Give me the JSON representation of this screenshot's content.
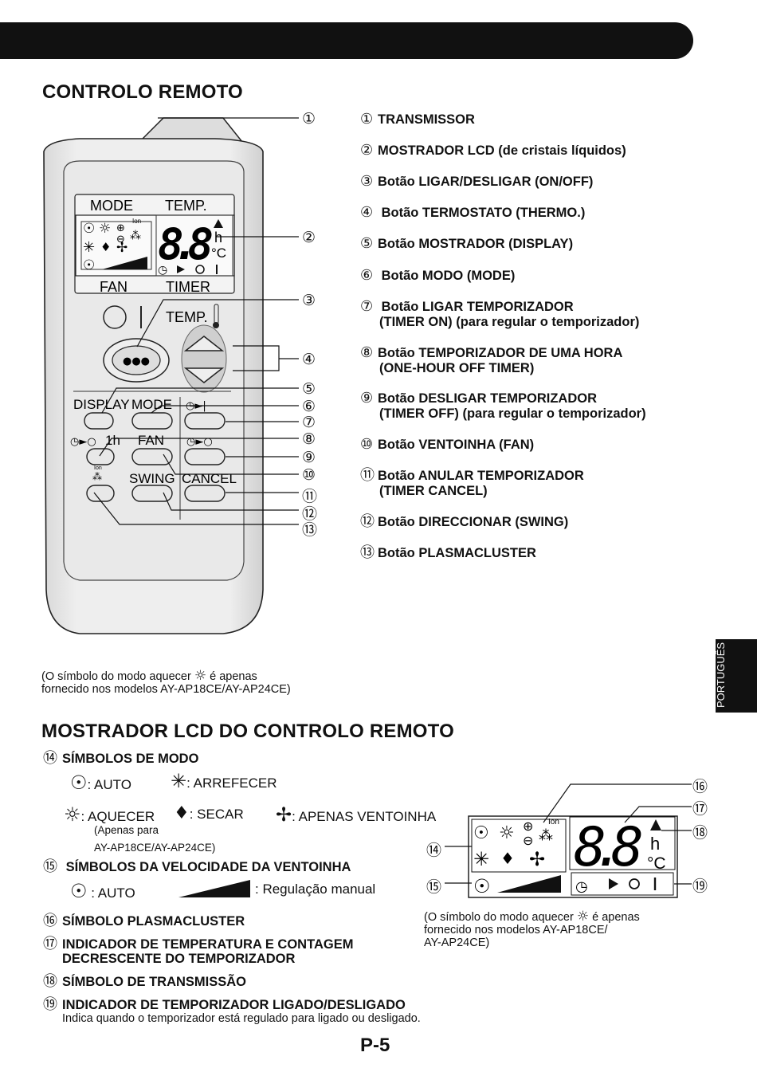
{
  "section1": {
    "title": "CONTROLO REMOTO"
  },
  "section2": {
    "title": "MOSTRADOR LCD DO CONTROLO REMOTO"
  },
  "side_tab": "PORTUGUÊS",
  "page_number": "P-5",
  "parts": [
    {
      "num": "①",
      "text": "TRANSMISSOR"
    },
    {
      "num": "②",
      "text": "MOSTRADOR LCD (de cristais líquidos)"
    },
    {
      "num": "③",
      "text": "Botão LIGAR/DESLIGAR (ON/OFF)"
    },
    {
      "num": "④",
      "text": " Botão TERMOSTATO (THERMO.)"
    },
    {
      "num": "⑤",
      "text": "Botão MOSTRADOR (DISPLAY)"
    },
    {
      "num": "⑥",
      "text": " Botão MODO (MODE)"
    },
    {
      "num": "⑦",
      "text": " Botão LIGAR TEMPORIZADOR",
      "sub": "(TIMER ON) (para regular o temporizador)"
    },
    {
      "num": "⑧",
      "text": "Botão TEMPORIZADOR DE UMA HORA",
      "sub": "(ONE-HOUR OFF TIMER)"
    },
    {
      "num": "⑨",
      "text": "Botão DESLIGAR TEMPORIZADOR",
      "sub": "(TIMER OFF) (para regular o temporizador)"
    },
    {
      "num": "⑩",
      "text": "Botão VENTOINHA (FAN)"
    },
    {
      "num": "⑪",
      "text": "Botão ANULAR TEMPORIZADOR",
      "sub": "(TIMER CANCEL)"
    },
    {
      "num": "⑫",
      "text": "Botão DIRECCIONAR (SWING)"
    },
    {
      "num": "⑬",
      "text": "Botão PLASMACLUSTER"
    }
  ],
  "remote": {
    "lcd_top_labels": [
      "MODE",
      "TEMP."
    ],
    "lcd_bottom_labels": [
      "FAN",
      "TIMER"
    ],
    "digits": "8.8",
    "h": "h",
    "celsius": "°C",
    "ion": "Ion",
    "temp_label": "TEMP.",
    "btn_labels": {
      "display": "DISPLAY",
      "mode": "MODE",
      "onehour": "1h",
      "fan": "FAN",
      "swing": "SWING",
      "cancel": "CANCEL"
    }
  },
  "callouts_remote": [
    "①",
    "②",
    "③",
    "④",
    "⑤",
    "⑥",
    "⑦",
    "⑧",
    "⑨",
    "⑩",
    "⑪",
    "⑫",
    "⑬"
  ],
  "note1": {
    "pre": "(O símbolo do modo aquecer",
    "post": "é apenas",
    "line2": "fornecido nos modelos AY-AP18CE/AY-AP24CE)"
  },
  "lcd_section": {
    "i14": {
      "num": "⑭",
      "text": "SÍMBOLOS DE MODO"
    },
    "modes": {
      "auto": ": AUTO",
      "cool": ": ARREFECER",
      "heat": ": AQUECER",
      "dry": ": SECAR",
      "fan": ": APENAS VENTOINHA",
      "heat_note1": "(Apenas para",
      "heat_note2": "AY-AP18CE/AY-AP24CE)"
    },
    "i15": {
      "num": "⑮",
      "text": " SÍMBOLOS DA VELOCIDADE DA VENTOINHA"
    },
    "fan_auto": ": AUTO",
    "fan_manual": ": Regulação manual",
    "i16": {
      "num": "⑯",
      "text": "SÍMBOLO PLASMACLUSTER"
    },
    "i17": {
      "num": "⑰",
      "text": "INDICADOR DE TEMPERATURA E CONTAGEM",
      "sub": "DECRESCENTE DO TEMPORIZADOR"
    },
    "i18": {
      "num": "⑱",
      "text": "SÍMBOLO DE TRANSMISSÃO"
    },
    "i19": {
      "num": "⑲",
      "text": "INDICADOR DE TEMPORIZADOR LIGADO/DESLIGADO",
      "desc": "Indica quando o temporizador está regulado para ligado ou desligado."
    },
    "callouts": [
      "⑭",
      "⑮",
      "⑯",
      "⑰",
      "⑱",
      "⑲"
    ],
    "note2": {
      "pre": "(O símbolo do modo aquecer",
      "post": "é apenas",
      "line2": "fornecido nos modelos AY-AP18CE/",
      "line3": "AY-AP24CE)"
    }
  }
}
